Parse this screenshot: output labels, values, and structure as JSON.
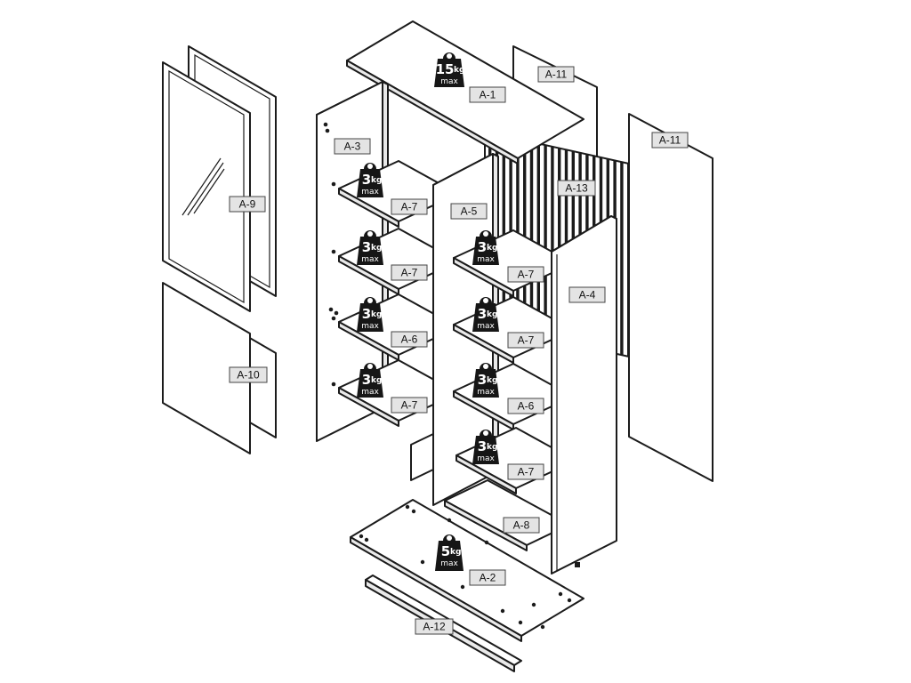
{
  "labels": {
    "a1": "A-1",
    "a2": "A-2",
    "a3": "A-3",
    "a4": "A-4",
    "a5": "A-5",
    "a6_left": "A-6",
    "a6_right": "A-6",
    "a7_left_1": "A-7",
    "a7_left_2": "A-7",
    "a7_left_4": "A-7",
    "a7_right_1": "A-7",
    "a7_right_2": "A-7",
    "a7_right_4": "A-7",
    "a8": "A-8",
    "a9": "A-9",
    "a10": "A-10",
    "a11_top": "A-11",
    "a11_right": "A-11",
    "a12": "A-12",
    "a13": "A-13"
  },
  "weights": {
    "top": {
      "value": "15",
      "unit": "kg",
      "limit": "max"
    },
    "shelf": {
      "value": "3",
      "unit": "kg",
      "limit": "max"
    },
    "base": {
      "value": "5",
      "unit": "kg",
      "limit": "max"
    }
  },
  "weight_icon": "weight-limit-icon",
  "colors": {
    "line": "#1b1b1b",
    "label_fill": "#e4e4e4",
    "weight_fill": "#161616"
  }
}
